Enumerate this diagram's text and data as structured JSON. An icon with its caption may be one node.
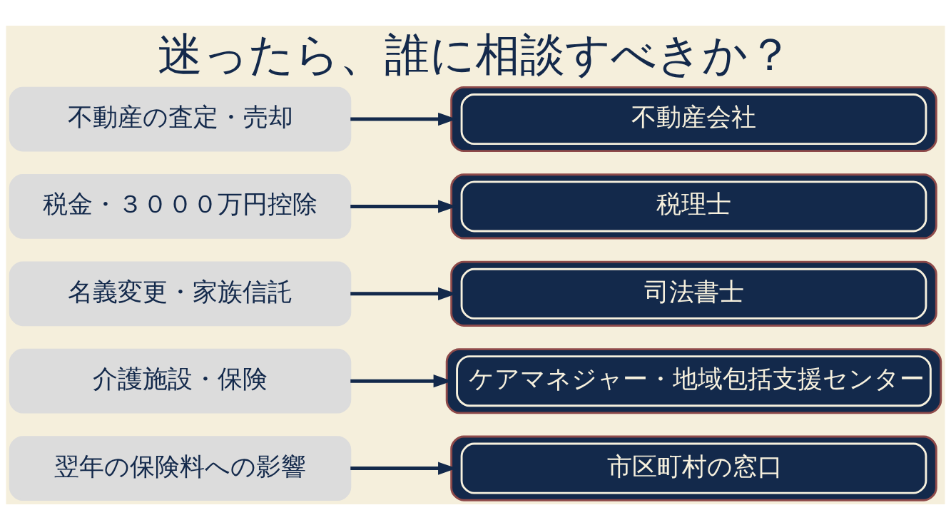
{
  "diagram": {
    "title": "迷ったら、誰に相談すべきか？",
    "nodes": [
      {
        "text": [
          "不動産の査定・売却"
        ]
      },
      {
        "text": [
          "不動産会社"
        ]
      },
      {
        "text": [
          "税金・３０００万円控除"
        ]
      },
      {
        "text": [
          "税理士"
        ]
      },
      {
        "text": [
          "名義変更・家族信託"
        ]
      },
      {
        "text": [
          "司法書士"
        ]
      },
      {
        "text": [
          "介護施設・保険"
        ]
      },
      {
        "text": [
          "ケアマネジャー・地域包括支援センター"
        ]
      },
      {
        "text": [
          "翌年の保険料への影響"
        ]
      },
      {
        "text": [
          "市区町村の窓口"
        ]
      }
    ],
    "edges": [
      {
        "from": 0,
        "to": 1,
        "arrow": "to"
      },
      {
        "from": 2,
        "to": 3,
        "arrow": "to"
      },
      {
        "from": 4,
        "to": 5,
        "arrow": "to"
      },
      {
        "from": 6,
        "to": 7,
        "arrow": "to"
      },
      {
        "from": 8,
        "to": 9,
        "arrow": "to"
      }
    ]
  }
}
